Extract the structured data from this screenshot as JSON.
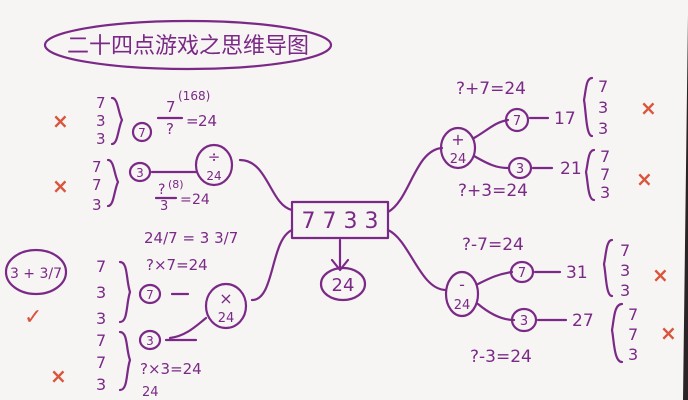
{
  "title": "二十四点游戏之思维导图",
  "center": {
    "cards": "7 7 3 3",
    "target": "24"
  },
  "right_plus": {
    "node_op": "+",
    "node_val": "24",
    "eq_top": "?+7=24",
    "eq_bottom": "?+3=24",
    "branch1": {
      "circle": "7",
      "rem": "17",
      "stack": [
        "7",
        "3",
        "3"
      ],
      "mark": "×"
    },
    "branch2": {
      "circle": "3",
      "rem": "21",
      "stack": [
        "7",
        "7",
        "3"
      ],
      "mark": "×"
    }
  },
  "right_minus": {
    "node_op": "-",
    "node_val": "24",
    "eq_top": "?-7=24",
    "eq_bottom": "?-3=24",
    "branch1": {
      "circle": "7",
      "rem": "31",
      "stack": [
        "7",
        "3",
        "3"
      ],
      "mark": "×"
    },
    "branch2": {
      "circle": "3",
      "rem": "27",
      "stack": [
        "7",
        "7",
        "3"
      ],
      "mark": "×"
    }
  },
  "left_div": {
    "node_op": "÷",
    "node_val": "24",
    "block1": {
      "stack": [
        "7",
        "3",
        "3"
      ],
      "circle": "7",
      "frac_num": "7",
      "frac_note": "(168)",
      "frac_den": "?",
      "result": "24",
      "mark": "×"
    },
    "block2": {
      "stack": [
        "7",
        "7",
        "3"
      ],
      "circle": "3",
      "frac_num": "?",
      "frac_note": "(8)",
      "frac_den": "3",
      "result": "24",
      "mark": "×"
    }
  },
  "left_mul": {
    "node_op": "×",
    "node_val": "24",
    "frac_line": "24/7 = 3 3/7",
    "eq1": "?×7=24",
    "eq2": "?×3=24",
    "eq2_sub": "24",
    "block1": {
      "stack": [
        "7",
        "3",
        "3"
      ],
      "circle": "7"
    },
    "block2": {
      "stack": [
        "7",
        "7",
        "3"
      ],
      "circle": "3",
      "mark": "×"
    },
    "answer": "3 + 3/7",
    "answer_mark": "✓"
  }
}
